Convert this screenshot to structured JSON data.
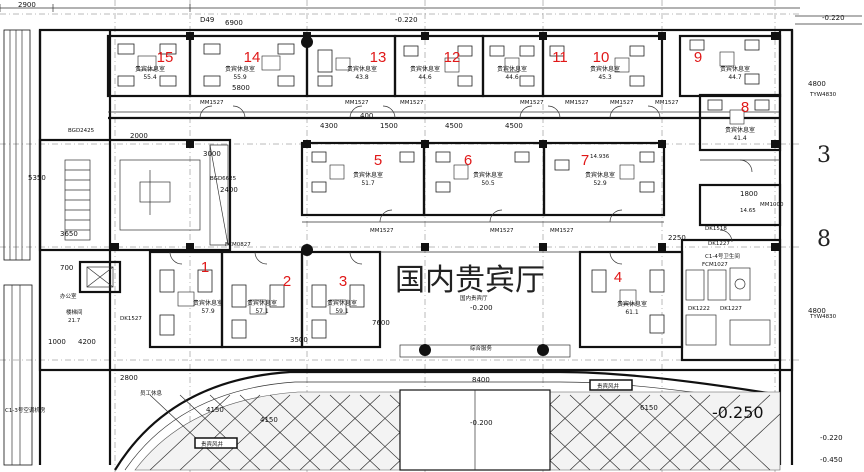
{
  "title": "国内贵宾厅",
  "rooms": [
    {
      "num": "15",
      "label": "贵宾休息室",
      "area": "55.4"
    },
    {
      "num": "14",
      "label": "贵宾休息室",
      "area": "55.9"
    },
    {
      "num": "13",
      "label": "贵宾休息室",
      "area": "43.8"
    },
    {
      "num": "12",
      "label": "贵宾休息室",
      "area": "44.6"
    },
    {
      "num": "11",
      "label": "贵宾休息室",
      "area": "44.6"
    },
    {
      "num": "10",
      "label": "贵宾休息室",
      "area": "45.3"
    },
    {
      "num": "9",
      "label": "贵宾休息室",
      "area": "44.7"
    },
    {
      "num": "8",
      "label": "贵宾休息室",
      "area": "41.4"
    },
    {
      "num": "5",
      "label": "贵宾休息室",
      "area": "51.7"
    },
    {
      "num": "6",
      "label": "贵宾休息室",
      "area": "50.5"
    },
    {
      "num": "7",
      "label": "贵宾休息室",
      "area": "52.9"
    },
    {
      "num": "1",
      "label": "贵宾休息室",
      "area": "57.9"
    },
    {
      "num": "2",
      "label": "贵宾休息室",
      "area": "57.1"
    },
    {
      "num": "3",
      "label": "贵宾休息室",
      "area": "59.1"
    },
    {
      "num": "4",
      "label": "贵宾休息室",
      "area": "61.1"
    }
  ],
  "dims": {
    "top_1": "2900",
    "top_2": "D49",
    "top_3": "-0.220",
    "top_4": "-0.220",
    "d_6900": "6900",
    "d_4300": "4300",
    "d_4500a": "4500",
    "d_4500b": "4500",
    "d_3000": "3000",
    "d_5800": "5800",
    "d_1500": "1500",
    "d_400": "400",
    "d_2400": "2400",
    "d_3500": "3500",
    "d_2800": "2800",
    "d_4150a": "4150",
    "d_4150b": "4150",
    "d_8400": "8400",
    "d_7600": "7600",
    "d_6150": "6150",
    "d_4800a": "4800",
    "d_4800b": "4800",
    "d_1800": "1800",
    "d_2250": "2250",
    "d_700": "700",
    "d_3650": "3650",
    "d_1000": "1000",
    "d_4200": "4200",
    "d_5350": "5350",
    "d_2000": "2000",
    "lvl_200a": "-0.200",
    "lvl_200b": "-0.200",
    "lvl_250": "-0.250",
    "lvl_450": "-0.450",
    "lvl_220": "-0.220"
  },
  "doors": {
    "mm1527": "MM1527",
    "fcm": "FCM0827",
    "fcm1": "FCM1027",
    "dk1222": "DK1222",
    "dk1227": "DK1227",
    "dk1518": "DK1518",
    "mm1000": "MM1000"
  },
  "notes": {
    "tyw": "TYW4830",
    "bgd": "BGD2425",
    "bgd2": "BGD6625",
    "a_area": "A 14.65",
    "c1": "C1-3号空调机房",
    "c1b": "C1-4号卫生间",
    "area_21": "21.7",
    "area_1465": "14.65",
    "dk1527": "DK1527",
    "stair": "楼梯间",
    "office": "办公室",
    "staff": "员工休息",
    "hall": "国内贵宾厅",
    "lobby": "综合服务",
    "grid_r": "3",
    "grid_8": "8",
    "sign_1": "贵宾风井",
    "sign_2": "贵宾风井",
    "tri": "14.936"
  }
}
